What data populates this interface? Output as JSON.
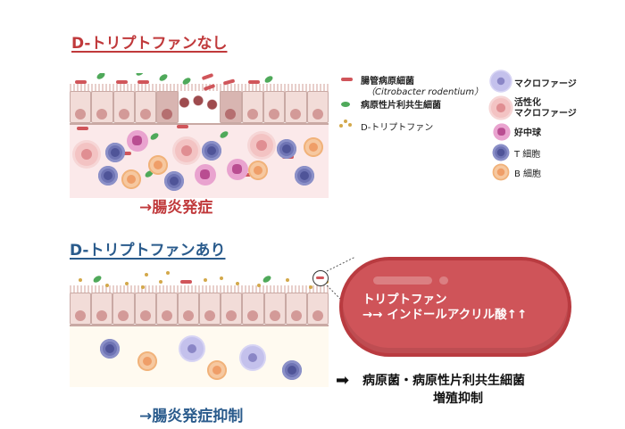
{
  "colors": {
    "title_red": "#c0393b",
    "title_blue": "#2a5b8c",
    "bubble_red": "#cf5459",
    "inflamed_bg": "#fbe9ea",
    "healthy_bg": "#fffaf0"
  },
  "top_panel": {
    "title": "D-トリプトファンなし",
    "result": "→腸炎発症"
  },
  "bottom_panel": {
    "title": "D-トリプトファンあり",
    "result": "→腸炎発症抑制"
  },
  "legend": {
    "items": [
      {
        "icon": "pathogen-bacteria-icon",
        "label": "腸管病原細菌"
      },
      {
        "icon": "",
        "label": "（Citrobacter rodentium）"
      },
      {
        "icon": "pathobiont-bacteria-icon",
        "label": "病原性片利共生細菌"
      },
      {
        "icon": "d-tryptophan-dots-icon",
        "label": "D-トリプトファン"
      }
    ],
    "cells": [
      {
        "icon": "macrophage-icon",
        "label": "マクロファージ"
      },
      {
        "icon": "activated-macrophage-icon",
        "label": "活性化"
      },
      {
        "icon": "",
        "label": "マクロファージ"
      },
      {
        "icon": "neutrophil-icon",
        "label": "好中球"
      },
      {
        "icon": "t-cell-icon",
        "label": "T 細胞"
      },
      {
        "icon": "b-cell-icon",
        "label": "B 細胞"
      }
    ]
  },
  "bubble": {
    "line1": "トリプトファン",
    "line2": "→→ インドールアクリル酸↑↑"
  },
  "outcome": {
    "arrow": "➡",
    "line1": "病原菌・病原性片利共生細菌",
    "line2": "増殖抑制"
  }
}
